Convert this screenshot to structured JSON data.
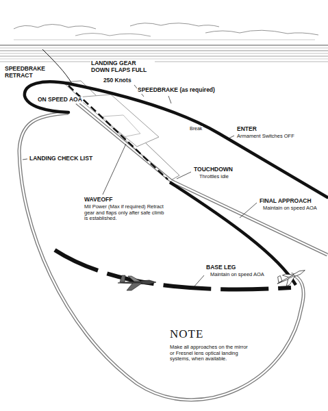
{
  "diagram": {
    "labels": [
      "SPEEDBRAKE RETRACT",
      "LANDING GEAR DOWN FLAPS FULL",
      "250 Knots",
      "SPEEDBRAKE (as required)",
      "Break",
      "ENTER",
      "Armament Switches OFF",
      "ON SPEED AOA",
      "LANDING CHECK LIST",
      "TOUCHDOWN",
      "Throttles idle",
      "WAVEOFF",
      "Mil Power (Max if required) Retract gear and flaps only after safe climb is established.",
      "FINAL APPROACH",
      "Maintain on speed AOA",
      "BASE LEG",
      "Maintain on speed AOA",
      "NOTE",
      "Make all approaches on the mirror or Fresnel lens optical landing systems, when available."
    ]
  }
}
